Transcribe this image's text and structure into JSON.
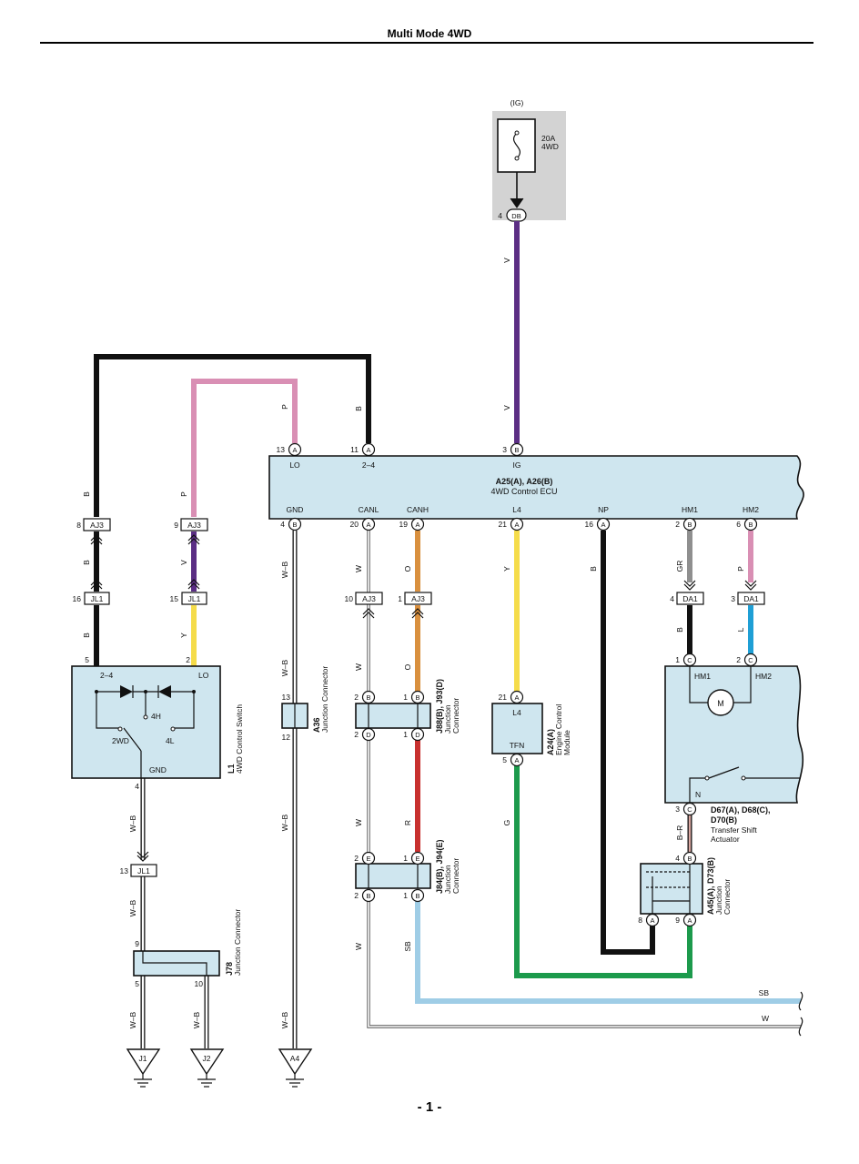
{
  "header": {
    "title": "Multi Mode 4WD"
  },
  "footer": {
    "page_number": "- 1 -"
  },
  "colors": {
    "B": "#111111",
    "P": "#d98fb4",
    "V": "#5b2e84",
    "Y": "#f5dc4a",
    "O": "#d9903f",
    "R": "#c8312f",
    "G": "#1c9a4c",
    "GR": "#8f8f8f",
    "L": "#1f9fd5",
    "SB": "#9fcde6",
    "W": "#ffffff",
    "component_fill": "#cfe6ef",
    "fuse_box_fill": "#d3d3d3"
  },
  "fuse": {
    "supply": "(IG)",
    "rating": "20A",
    "name": "4WD",
    "pin_number": "4",
    "connector": "DB"
  },
  "ecu": {
    "id": "A25(A), A26(B)",
    "name": "4WD Control ECU",
    "top_pins": [
      {
        "num": "13",
        "conn": "A",
        "label": "LO"
      },
      {
        "num": "11",
        "conn": "A",
        "label": "2–4"
      },
      {
        "num": "3",
        "conn": "B",
        "label": "IG"
      }
    ],
    "bottom_pins": [
      {
        "num": "4",
        "conn": "B",
        "label": "GND"
      },
      {
        "num": "20",
        "conn": "A",
        "label": "CANL"
      },
      {
        "num": "19",
        "conn": "A",
        "label": "CANH"
      },
      {
        "num": "21",
        "conn": "A",
        "label": "L4"
      },
      {
        "num": "16",
        "conn": "A",
        "label": "NP"
      },
      {
        "num": "2",
        "conn": "B",
        "label": "HM1"
      },
      {
        "num": "6",
        "conn": "B",
        "label": "HM2"
      }
    ]
  },
  "wire_labels": {
    "v_top": "V",
    "v_mid": "V",
    "b_top_loop": "B",
    "p_top_loop": "P",
    "b_left_1": "B",
    "b_left_2": "B",
    "b_left_3": "B",
    "p_left": "P",
    "v_left": "V",
    "y_left": "Y",
    "wb_sw_1": "W–B",
    "wb_sw_2": "W–B",
    "wb_j1": "W–B",
    "wb_j2": "W–B",
    "wb_gnd_1": "W–B",
    "wb_gnd_2": "W–B",
    "wb_gnd_3": "W–B",
    "wb_gnd_4": "W–B",
    "w_canl_1": "W",
    "w_canl_2": "W",
    "w_canl_3": "W",
    "w_canl_4": "W",
    "o_canh_1": "O",
    "o_canh_2": "O",
    "r_canh": "R",
    "sb_canh": "SB",
    "y_l4": "Y",
    "g_tfn": "G",
    "b_np": "B",
    "gr_hm1": "GR",
    "b_hm1": "B",
    "p_hm2": "P",
    "l_hm2": "L",
    "br_n": "B–R",
    "sb_right": "SB",
    "w_right": "W"
  },
  "inline_connectors": {
    "aj3_b": {
      "num": "8",
      "name": "AJ3"
    },
    "aj3_p": {
      "num": "9",
      "name": "AJ3"
    },
    "jl1_b": {
      "num": "16",
      "name": "JL1"
    },
    "jl1_y": {
      "num": "15",
      "name": "JL1"
    },
    "aj3_canl": {
      "num": "10",
      "name": "AJ3"
    },
    "aj3_canh": {
      "num": "1",
      "name": "AJ3"
    },
    "da1_hm1": {
      "num": "4",
      "name": "DA1"
    },
    "da1_hm2": {
      "num": "3",
      "name": "DA1"
    },
    "jl1_gnd": {
      "num": "13",
      "name": "JL1"
    }
  },
  "switch": {
    "id": "L1",
    "name": "4WD Control Switch",
    "pin_left": "5",
    "pin_right": "2",
    "pin_bottom": "4",
    "labels": {
      "tl": "2–4",
      "tr": "LO",
      "mid": "4H",
      "left": "2WD",
      "right": "4L",
      "bottom": "GND"
    }
  },
  "j78": {
    "id": "J78",
    "name": "Junction Connector",
    "pin_top": "9",
    "pin_bl": "5",
    "pin_br": "10"
  },
  "a36": {
    "id": "A36",
    "name": "Junction Connector",
    "pin_top": "13",
    "pin_bottom": "12"
  },
  "j88": {
    "id": "J88(B), J93(D)",
    "name1": "Junction",
    "name2": "Connector",
    "pins": [
      {
        "num": "2",
        "conn": "B"
      },
      {
        "num": "1",
        "conn": "B"
      },
      {
        "num": "2",
        "conn": "D"
      },
      {
        "num": "1",
        "conn": "D"
      }
    ]
  },
  "j84": {
    "id": "J84(B), J94(E)",
    "name1": "Junction",
    "name2": "Connector",
    "pins": [
      {
        "num": "2",
        "conn": "E"
      },
      {
        "num": "1",
        "conn": "E"
      },
      {
        "num": "2",
        "conn": "B"
      },
      {
        "num": "1",
        "conn": "B"
      }
    ]
  },
  "engine_module": {
    "id": "A24(A)",
    "name1": "Engine Control",
    "name2": "Module",
    "pin_top": {
      "num": "21",
      "conn": "A",
      "label": "L4"
    },
    "pin_bottom": {
      "num": "5",
      "conn": "A",
      "label": "TFN"
    }
  },
  "actuator": {
    "id": "D67(A), D68(C),",
    "id2": "D70(B)",
    "name1": "Transfer Shift",
    "name2": "Actuator",
    "pin_hm1": {
      "num": "1",
      "conn": "C",
      "label": "HM1"
    },
    "pin_hm2": {
      "num": "2",
      "conn": "C",
      "label": "HM2"
    },
    "motor": "M",
    "pin_n": {
      "num": "3",
      "conn": "C",
      "label": "N"
    }
  },
  "a45": {
    "id": "A45(A), D73(B)",
    "name1": "Junction",
    "name2": "Connector",
    "pin_top": {
      "num": "4",
      "conn": "B"
    },
    "pin_bl": {
      "num": "8",
      "conn": "A"
    },
    "pin_br": {
      "num": "9",
      "conn": "A"
    }
  },
  "grounds": [
    "J1",
    "J2",
    "A4"
  ]
}
